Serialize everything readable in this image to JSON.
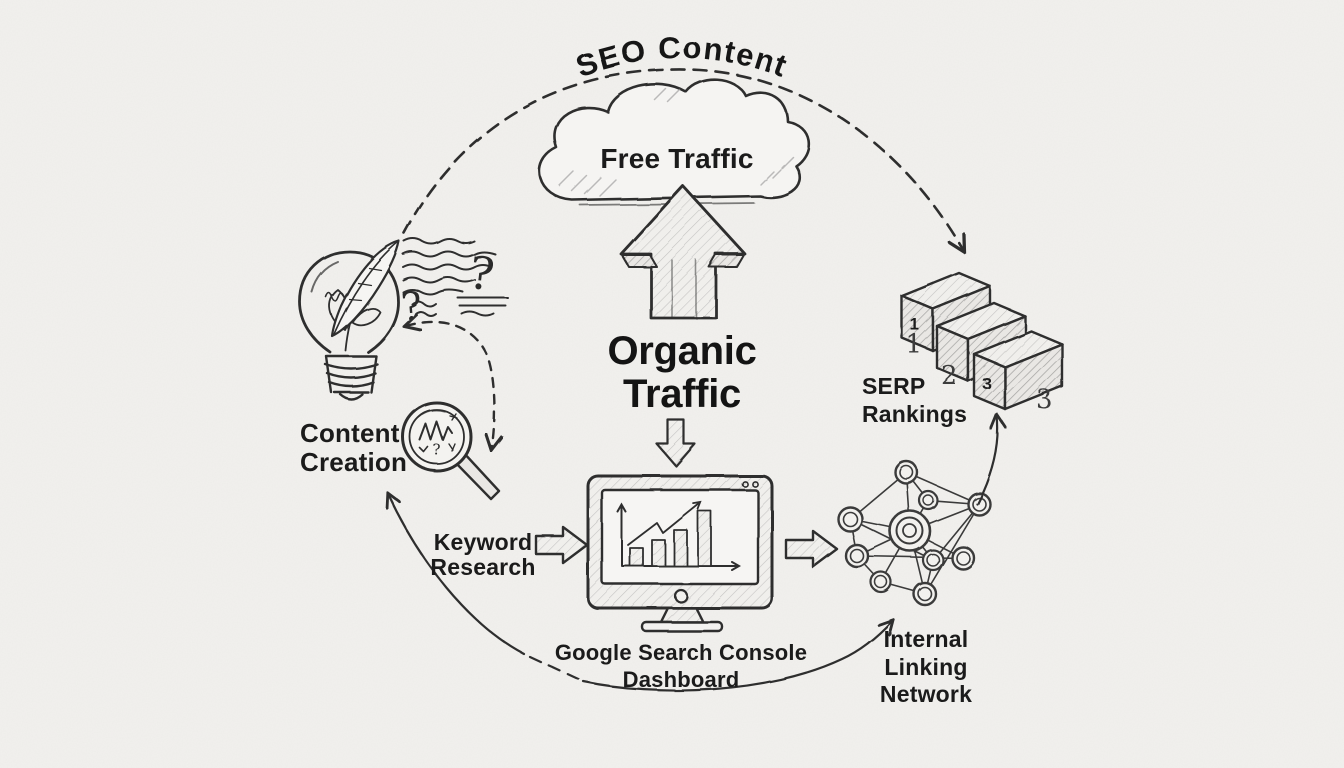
{
  "colors": {
    "background": "#f2f1ee",
    "ink": "#2f2f2f",
    "text": "#1b1b1b",
    "muted": "#4a4a4a"
  },
  "title_arc": "SEO Content",
  "cloud": {
    "label": "Free Traffic"
  },
  "organic": {
    "line1": "Organic",
    "line2": "Traffic"
  },
  "content_creation": {
    "line1": "Content",
    "line2": "Creation"
  },
  "keyword_research": {
    "line1": "Keyword",
    "line2": "Research"
  },
  "console": {
    "line1": "Google Search Console",
    "line2": "Dashboard"
  },
  "internal_linking": {
    "line1": "Internal",
    "line2": "Linking",
    "line3": "Network"
  },
  "serp": {
    "line1": "SERP",
    "line2": "Rankings",
    "face_1": "1",
    "face_3": "3",
    "rank_1": "1",
    "rank_2": "2",
    "rank_3": "3"
  },
  "scribbles": {
    "question_large": "?",
    "question_small": "?",
    "magnifier_question": "?"
  }
}
